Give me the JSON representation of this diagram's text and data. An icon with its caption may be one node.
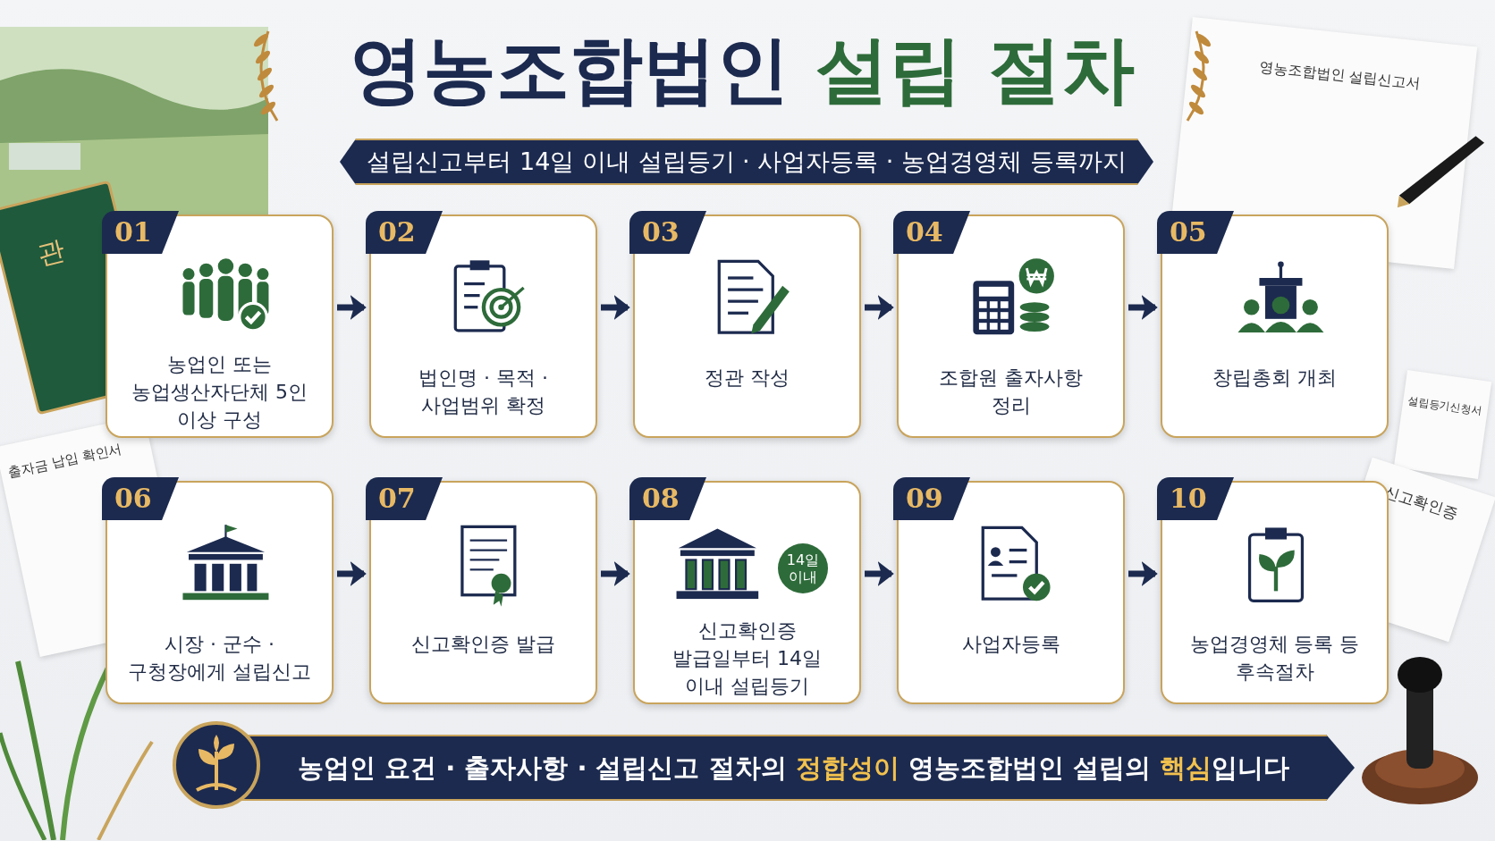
{
  "diagram": {
    "title": "영농조합법인 **설립 절차**",
    "nodes": [
      {
        "text": [
          "01",
          "농업인 또는 농업생산자단체 5인 이상 구성"
        ]
      },
      {
        "text": [
          "02",
          "법인명 · 목적 · 사업범위 확정"
        ]
      },
      {
        "text": [
          "03",
          "정관 작성"
        ]
      },
      {
        "text": [
          "04",
          "조합원 출자사항 정리"
        ]
      },
      {
        "text": [
          "05",
          "창립총회 개최"
        ]
      },
      {
        "text": [
          "06",
          "시장 · 군수 · 구청장에게 설립신고"
        ]
      },
      {
        "text": [
          "07",
          "신고확인증 발급"
        ]
      },
      {
        "text": [
          "08",
          "14일 이내",
          "신고확인증 발급일부터 14일 이내 설립등기"
        ]
      },
      {
        "text": [
          "09",
          "사업자등록"
        ]
      },
      {
        "text": [
          "10",
          "농업경영체 등록 등 후속절차"
        ]
      }
    ],
    "edges": [
      {
        "from": 0,
        "to": 1,
        "arrow": "to"
      },
      {
        "from": 1,
        "to": 2,
        "arrow": "to"
      },
      {
        "from": 2,
        "to": 3,
        "arrow": "to"
      },
      {
        "from": 3,
        "to": 4,
        "arrow": "to"
      },
      {
        "from": 5,
        "to": 6,
        "arrow": "to"
      },
      {
        "from": 6,
        "to": 7,
        "arrow": "to"
      },
      {
        "from": 7,
        "to": 8,
        "arrow": "to"
      },
      {
        "from": 8,
        "to": 9,
        "arrow": "to"
      }
    ],
    "labels": [
      "설립신고부터 14일 이내 설립등기 · 사업자등록 · 농업경영체 등록까지",
      "농업인 요건 · 출자사항 · 설립신고 절차의 **정합성이** 영농조합법인 설립의 **핵심**입니다",
      "영농조합법인 설립신고서",
      "관",
      "출자금 납입 확인서",
      "설립등기신청서",
      "신고확인증"
    ]
  }
}
